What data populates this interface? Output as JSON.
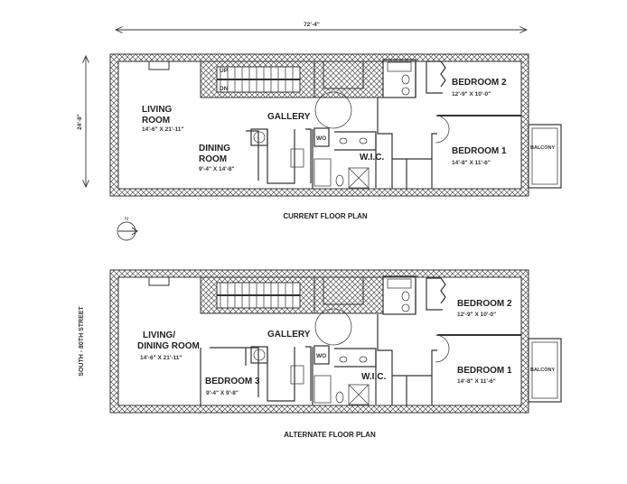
{
  "dimensions": {
    "width": "72'-4\"",
    "depth": "24'-8\""
  },
  "street_label": "SOUTH - 80TH STREET",
  "current_plan": {
    "caption": "CURRENT FLOOR PLAN",
    "living": {
      "name1": "LIVING",
      "name2": "ROOM",
      "size": "14'-6\" X 21'-11\""
    },
    "dining": {
      "name1": "DINING",
      "name2": "ROOM",
      "size": "9'-4\" X 14'-8\""
    },
    "gallery": "GALLERY",
    "wo": "WO",
    "wic": "W.I.C.",
    "bedroom2": {
      "name": "BEDROOM  2",
      "size": "12'-9\" X 10'-0\""
    },
    "bedroom1": {
      "name": "BEDROOM  1",
      "size": "14'-8\" X 11'-6\""
    },
    "balcony": "BALCONY",
    "stairs": {
      "up": "UP",
      "dn": "DN"
    }
  },
  "alternate_plan": {
    "caption": "ALTERNATE FLOOR PLAN",
    "living": {
      "name1": "LIVING/",
      "name2": "DINING ROOM",
      "size": "14'-6\" X 21'-11\""
    },
    "bedroom3": {
      "name": "BEDROOM 3",
      "size": "9'-4\" X 9'-8\""
    },
    "gallery": "GALLERY",
    "wo": "WO",
    "wic": "W.I.C.",
    "bedroom2": {
      "name": "BEDROOM  2",
      "size": "12'-9\" X 10'-0\""
    },
    "bedroom1": {
      "name": "BEDROOM  1",
      "size": "14'-8\" X 11'-6\""
    },
    "balcony": "BALCONY"
  }
}
